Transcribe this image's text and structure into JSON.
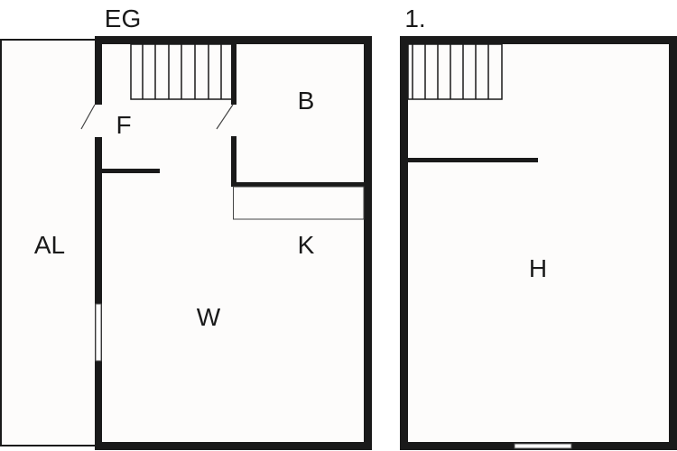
{
  "floors": [
    {
      "title": "EG",
      "rooms": [
        "F",
        "B",
        "AL",
        "K",
        "W"
      ]
    },
    {
      "title": "1.",
      "rooms": [
        "H"
      ]
    }
  ],
  "colors": {
    "wall": "#1a1a1a",
    "floor": "#fdfcfb"
  }
}
